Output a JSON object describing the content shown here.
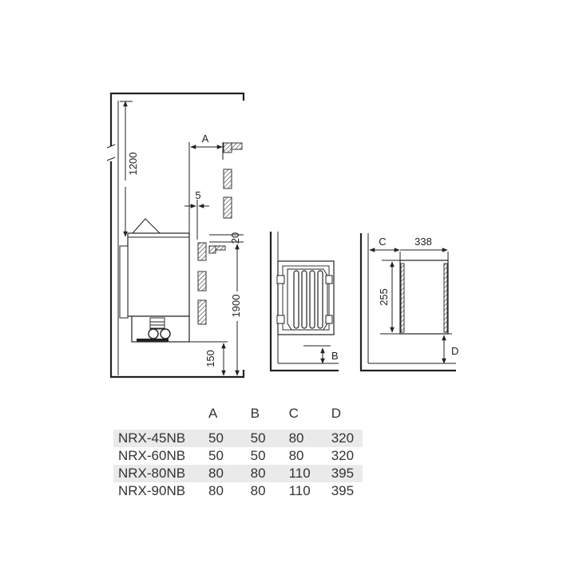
{
  "dimension_labels": {
    "a": "A",
    "h1200": "1200",
    "five": "5",
    "twenty": "20",
    "h1900": "1900",
    "h150": "150",
    "b": "B",
    "c": "C",
    "w338": "338",
    "h255": "255",
    "d": "D"
  },
  "table": {
    "headers": [
      "",
      "A",
      "B",
      "C",
      "D"
    ],
    "rows": [
      [
        "NRX-45NB",
        "50",
        "50",
        "80",
        "320"
      ],
      [
        "NRX-60NB",
        "50",
        "50",
        "80",
        "320"
      ],
      [
        "NRX-80NB",
        "80",
        "80",
        "110",
        "395"
      ],
      [
        "NRX-90NB",
        "80",
        "80",
        "110",
        "395"
      ]
    ]
  }
}
